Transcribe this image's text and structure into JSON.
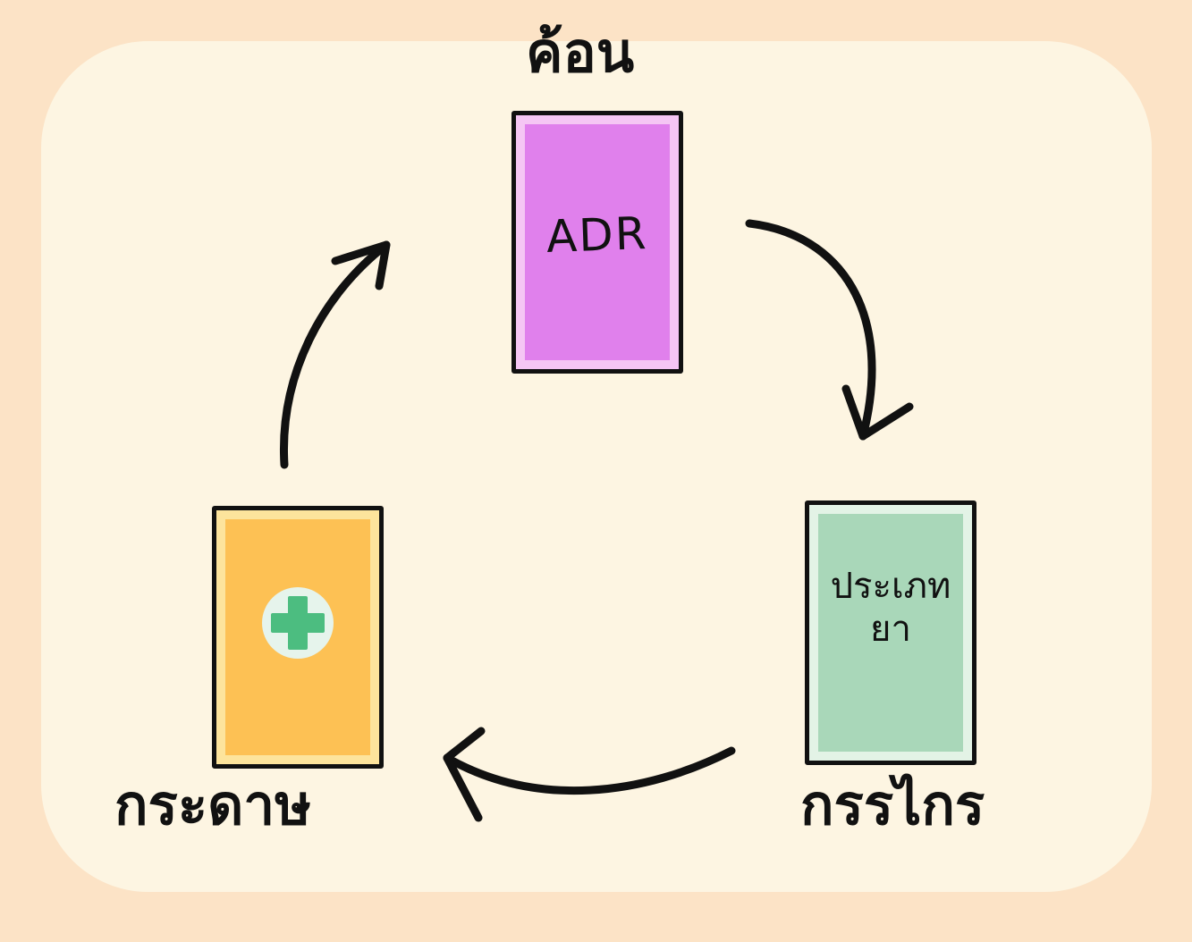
{
  "labels": {
    "top": "ค้อน",
    "bottom_left": "กระดาษ",
    "bottom_right": "กรรไกร"
  },
  "cards": {
    "top": {
      "text": "ADR",
      "fill": "#e080ec",
      "inner_border": "#f5c6f4"
    },
    "right": {
      "line1": "ประเภท",
      "line2": "ยา",
      "fill": "#a9d7b9",
      "inner_border": "#e3f3e6"
    },
    "left": {
      "icon": "medical-cross-icon",
      "fill": "#fdc154",
      "inner_border": "#fde49c",
      "icon_color": "#4cbd80",
      "icon_bg": "#e6f4ec"
    }
  },
  "colors": {
    "background": "#fce3c6",
    "panel": "#fdf5e2",
    "ink": "#111111"
  }
}
